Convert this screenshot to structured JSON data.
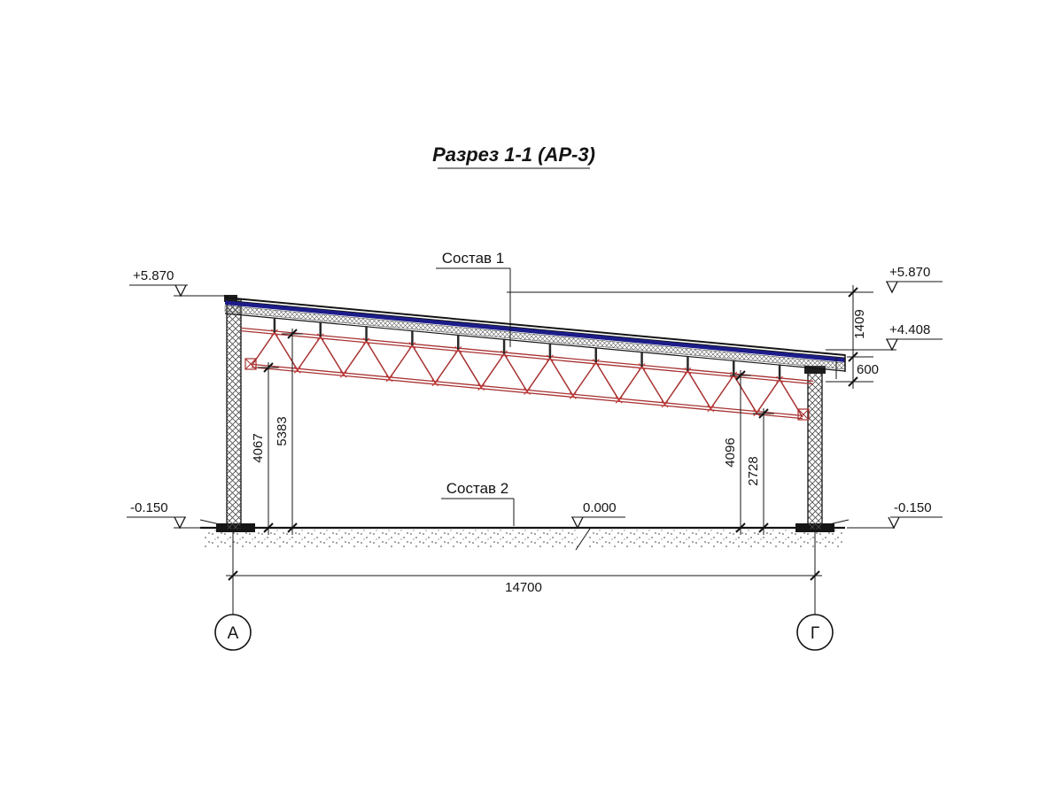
{
  "title": "Разрез 1-1 (АР-3)",
  "callouts": {
    "composition1": "Состав 1",
    "composition2": "Состав 2"
  },
  "elevations": {
    "left_top": "+5.870",
    "left_base": "-0.150",
    "right_top": "+5.870",
    "right_truss": "+4.408",
    "right_base": "-0.150",
    "floor": "0.000"
  },
  "dimensions": {
    "roof_edge_height": "1409",
    "truss_support_height": "600",
    "left_inner_low": "4067",
    "left_inner_high": "5383",
    "right_inner_high": "4096",
    "right_inner_low": "2728",
    "span": "14700"
  },
  "axes": {
    "left": "А",
    "right": "Г"
  },
  "colors": {
    "truss": "#a83232",
    "membrane": "#1c1c8a",
    "line": "#1a1a1a"
  }
}
